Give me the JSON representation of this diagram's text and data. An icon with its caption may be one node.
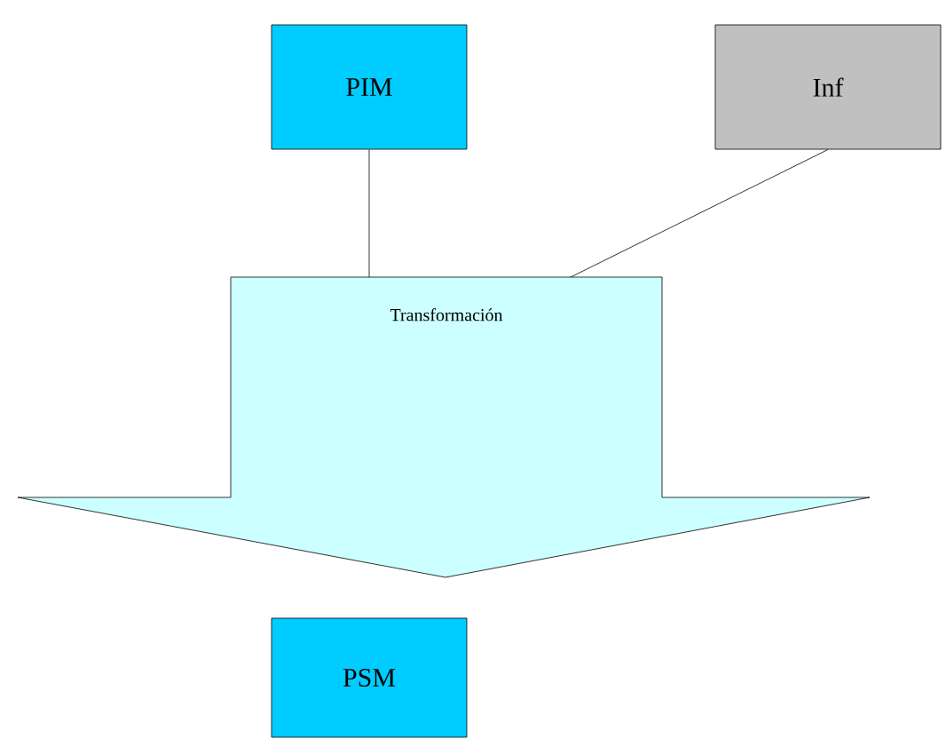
{
  "diagram": {
    "nodes": [
      {
        "text": [
          "PIM"
        ]
      },
      {
        "text": [
          "Inf"
        ]
      },
      {
        "text": [
          "Transformación"
        ]
      },
      {
        "text": [
          "PSM"
        ]
      }
    ],
    "edges": [
      {
        "from": 0,
        "to": 2,
        "arrow": "none"
      },
      {
        "from": 1,
        "to": 2,
        "arrow": "none"
      }
    ]
  }
}
